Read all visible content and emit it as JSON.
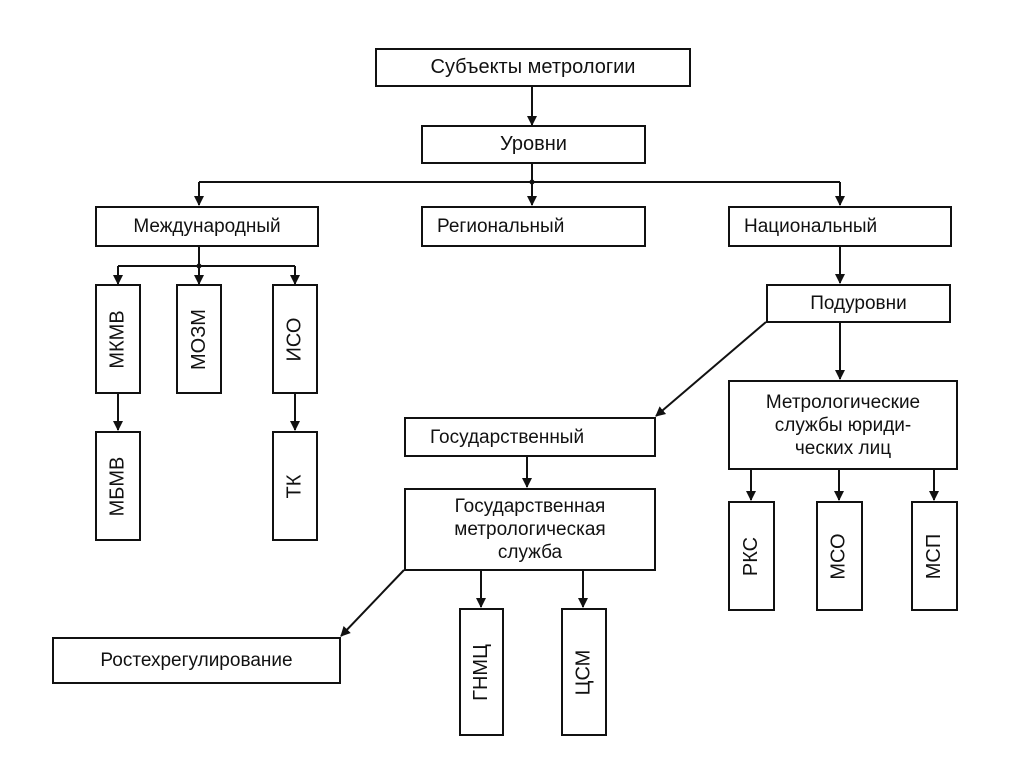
{
  "diagram": {
    "title": "Субъекты метрологии",
    "levels_label": "Уровни",
    "levels": {
      "international": "Международный",
      "regional": "Региональный",
      "national": "Национальный"
    },
    "international_orgs": [
      "МКМВ",
      "МОЗМ",
      "ИСО"
    ],
    "international_sub": {
      "mkmv_child": "МБМВ",
      "iso_child": "ТК"
    },
    "sublevels_label": "Подуровни",
    "state": "Государственный",
    "state_service": "Государственная метрологическая служба",
    "state_service_lines": [
      "Государственная",
      "метрологическая",
      "служба"
    ],
    "rostekh": "Ростехрегулирование",
    "state_service_children": [
      "ГНМЦ",
      "ЦСМ"
    ],
    "legal_services_lines": [
      "Метрологические",
      "службы юриди-",
      "ческих лиц"
    ],
    "legal_services_children": [
      "РКС",
      "МСО",
      "МСП"
    ]
  }
}
